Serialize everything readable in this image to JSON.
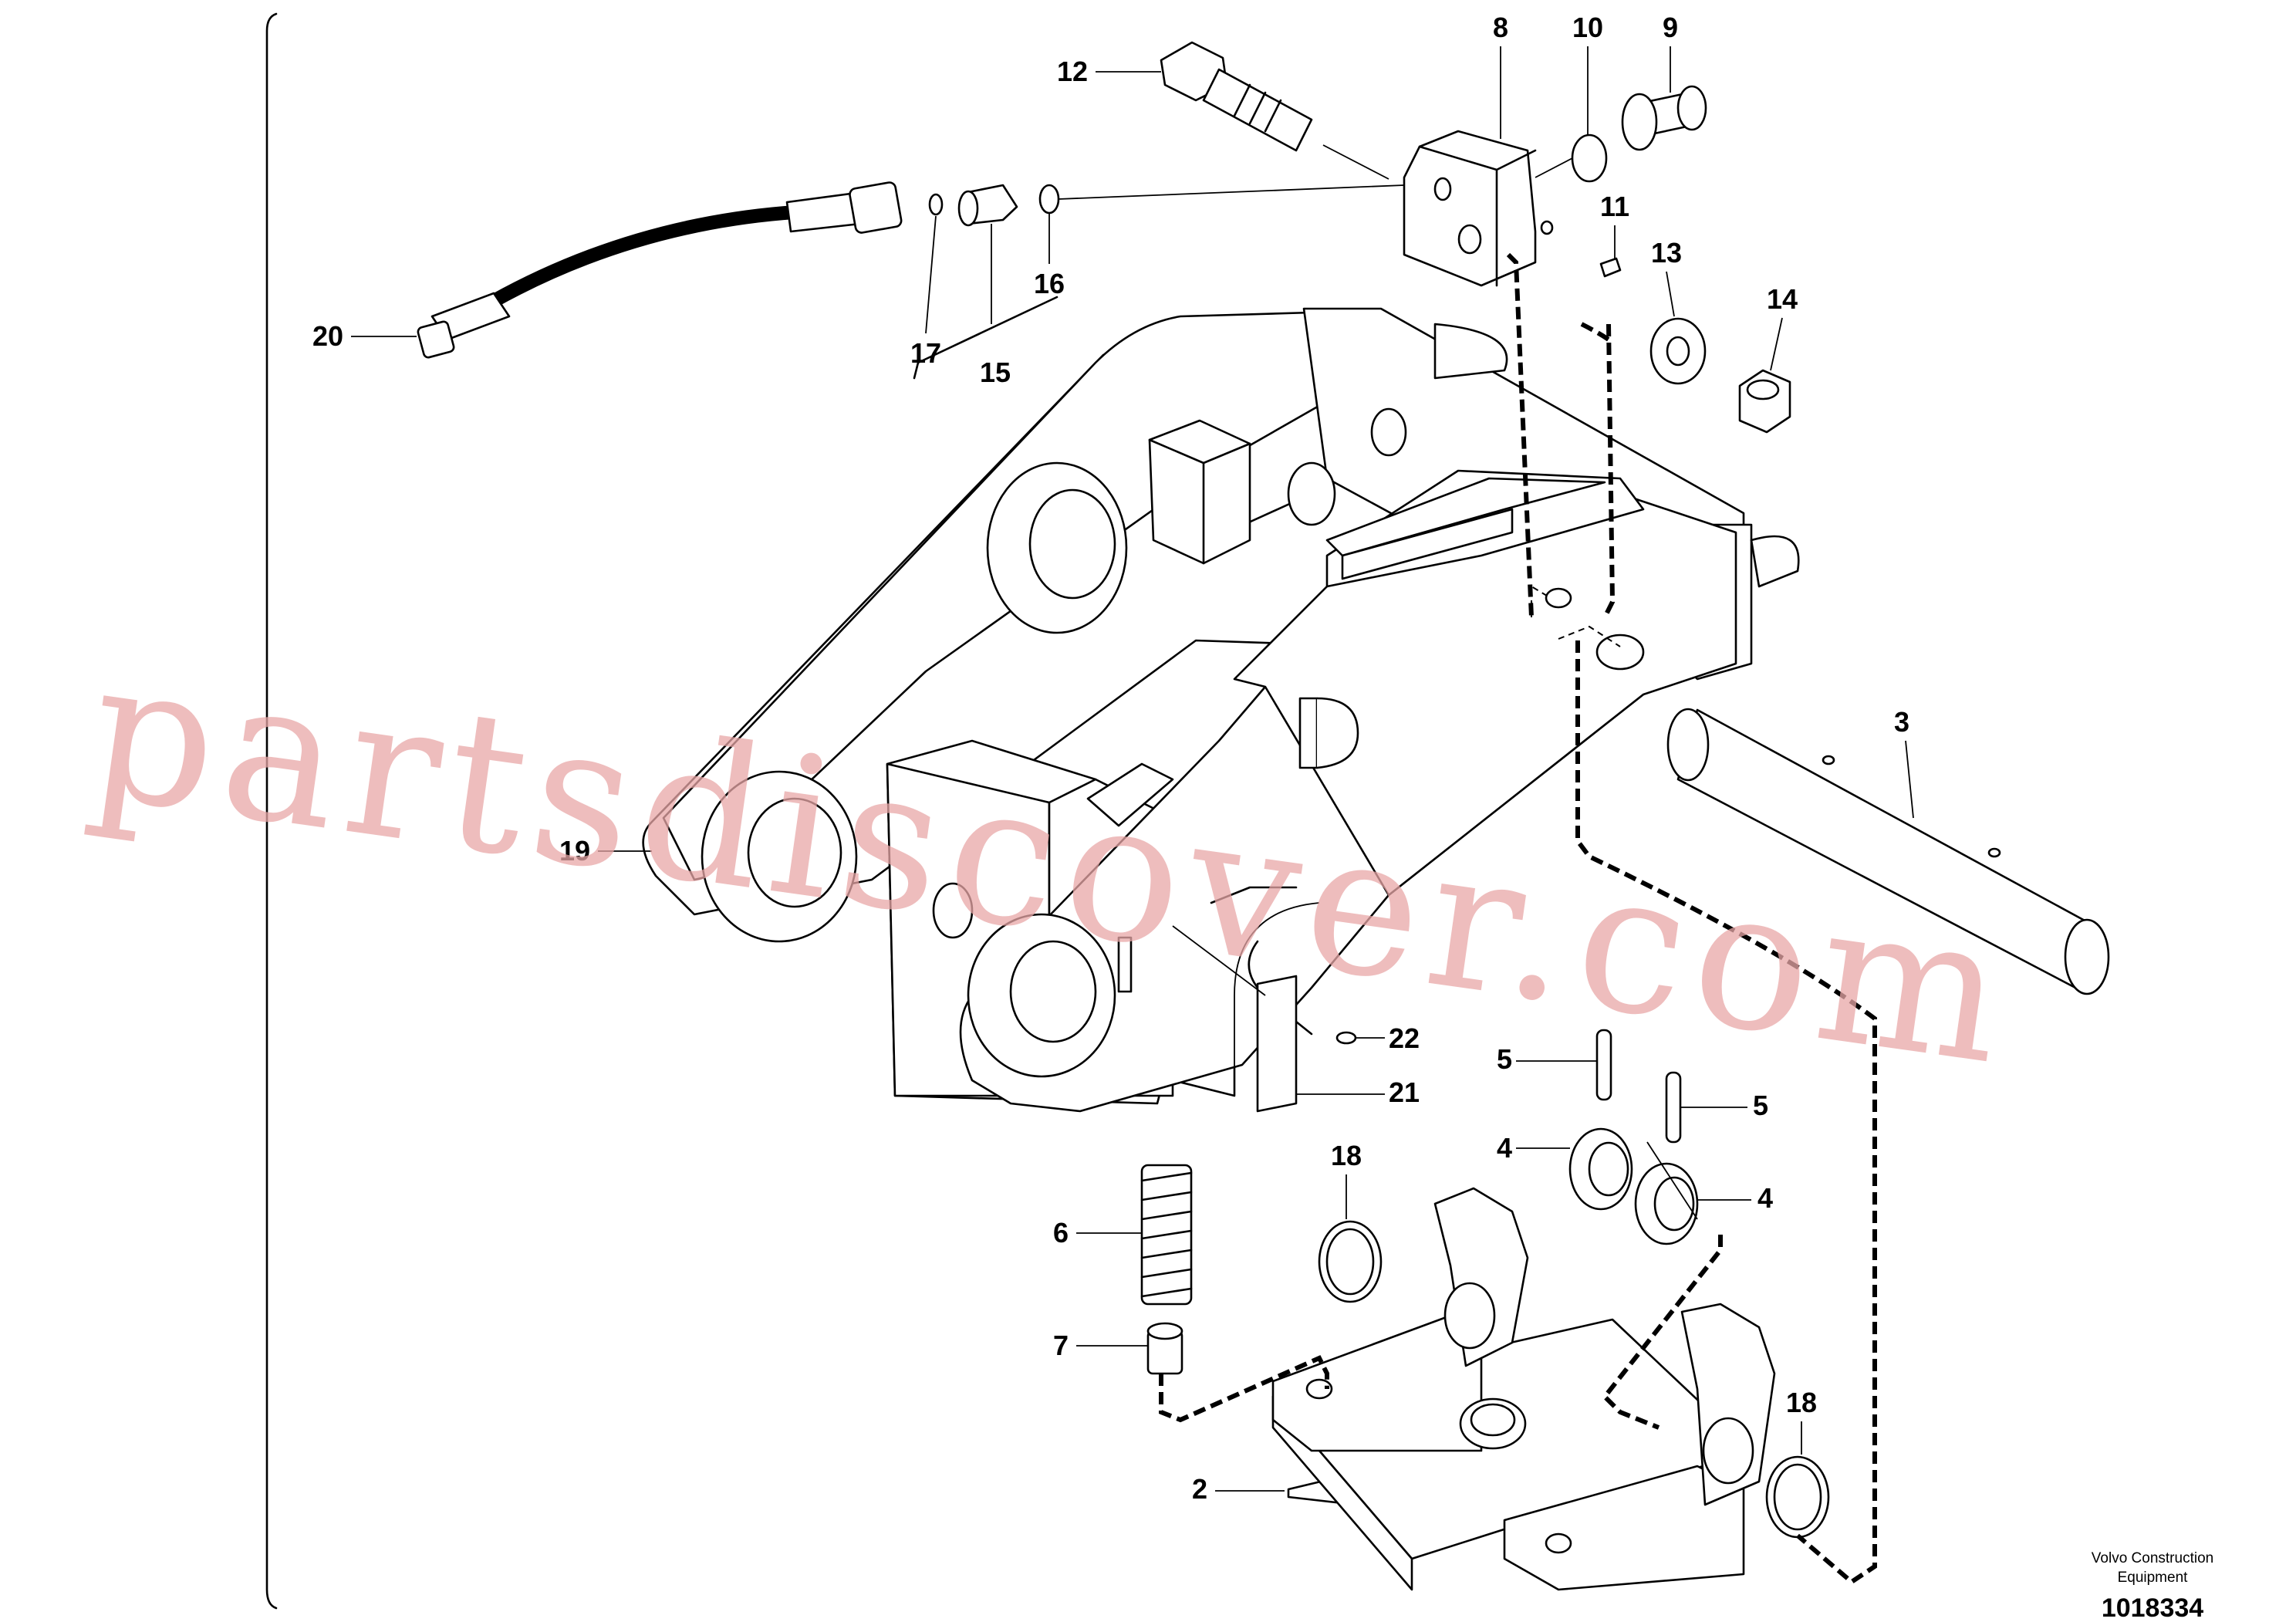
{
  "callouts": [
    {
      "id": "2",
      "text": "2"
    },
    {
      "id": "3",
      "text": "3"
    },
    {
      "id": "4a",
      "text": "4"
    },
    {
      "id": "4b",
      "text": "4"
    },
    {
      "id": "5a",
      "text": "5"
    },
    {
      "id": "5b",
      "text": "5"
    },
    {
      "id": "6",
      "text": "6"
    },
    {
      "id": "7",
      "text": "7"
    },
    {
      "id": "8",
      "text": "8"
    },
    {
      "id": "9",
      "text": "9"
    },
    {
      "id": "10",
      "text": "10"
    },
    {
      "id": "11",
      "text": "11"
    },
    {
      "id": "12",
      "text": "12"
    },
    {
      "id": "13",
      "text": "13"
    },
    {
      "id": "14",
      "text": "14"
    },
    {
      "id": "15",
      "text": "15"
    },
    {
      "id": "16",
      "text": "16"
    },
    {
      "id": "17",
      "text": "17"
    },
    {
      "id": "18a",
      "text": "18"
    },
    {
      "id": "18b",
      "text": "18"
    },
    {
      "id": "19",
      "text": "19"
    },
    {
      "id": "20",
      "text": "20"
    },
    {
      "id": "21",
      "text": "21"
    },
    {
      "id": "22",
      "text": "22"
    }
  ],
  "credit": {
    "line1": "Volvo Construction",
    "line2": "Equipment"
  },
  "drawing_number": "1018334",
  "watermark": "partsdiscover.com"
}
